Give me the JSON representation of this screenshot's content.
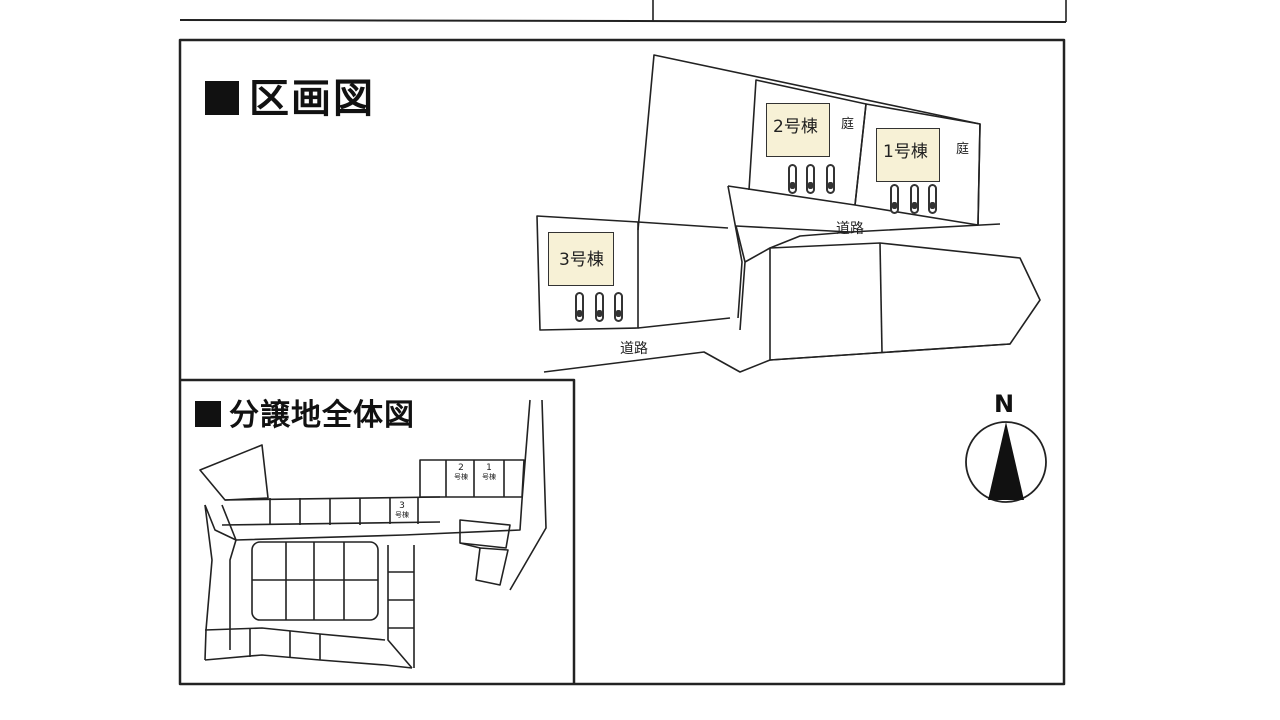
{
  "main_map": {
    "title": "区画図",
    "buildings": [
      {
        "label": "1号棟"
      },
      {
        "label": "2号棟"
      },
      {
        "label": "3号棟"
      }
    ],
    "garden_label": "庭",
    "road_label": "道路"
  },
  "overview_map": {
    "title": "分譲地全体図",
    "lots": [
      {
        "number": "1",
        "suffix": "号棟"
      },
      {
        "number": "2",
        "suffix": "号棟"
      },
      {
        "number": "3",
        "suffix": "号棟"
      }
    ]
  },
  "compass": {
    "label": "N"
  }
}
